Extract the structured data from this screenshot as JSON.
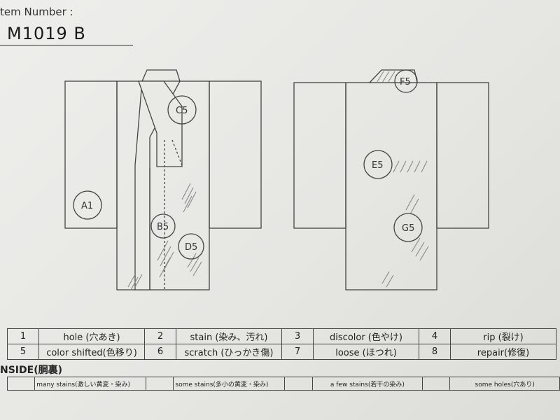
{
  "header": {
    "label": "tem Number :",
    "item_number": "M1019   B"
  },
  "front_annotations": [
    "C5",
    "A1",
    "B5",
    "D5"
  ],
  "back_annotations": [
    "F5",
    "E5",
    "G5"
  ],
  "legend": {
    "row1": [
      {
        "num": "1",
        "label": "hole (穴あき)"
      },
      {
        "num": "2",
        "label": "stain (染み、汚れ)"
      },
      {
        "num": "3",
        "label": "discolor (色やけ)"
      },
      {
        "num": "4",
        "label": "rip (裂け)"
      }
    ],
    "row2": [
      {
        "num": "5",
        "label": "color shifted(色移り)"
      },
      {
        "num": "6",
        "label": "scratch (ひっかき傷)"
      },
      {
        "num": "7",
        "label": "loose (ほつれ)"
      },
      {
        "num": "8",
        "label": "repair(修復)"
      }
    ]
  },
  "inside": {
    "heading": "NSIDE(胴裏)",
    "items": [
      "many stains(激しい黄変・染み)",
      "some stains(多小の黄変・染み)",
      "a few stains(若干の染み)",
      "some holes(穴あり)"
    ]
  }
}
